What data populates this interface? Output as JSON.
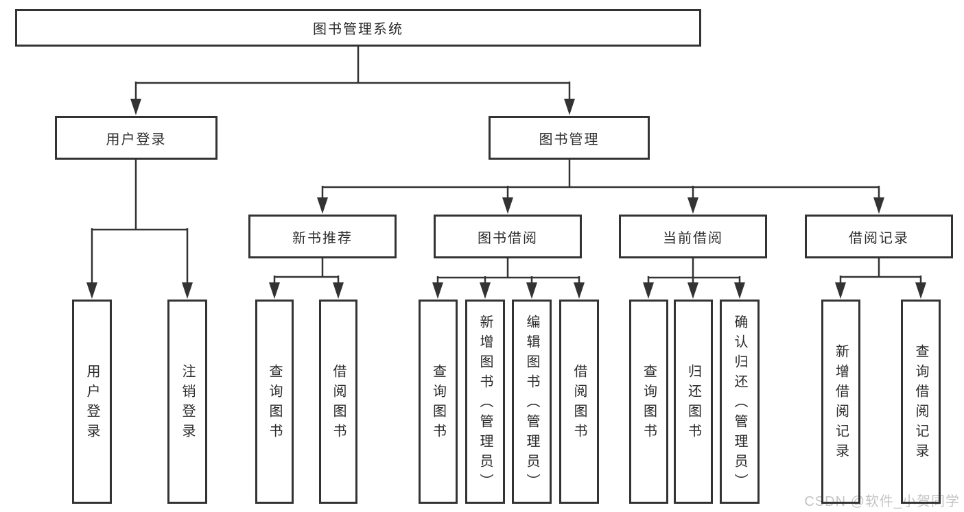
{
  "diagram_type": "hierarchy-tree",
  "nodes": {
    "root": "图书管理系统",
    "user_login": "用户登录",
    "book_mgmt": "图书管理",
    "new_book_rec": "新书推荐",
    "book_borrow": "图书借阅",
    "current_borrow": "当前借阅",
    "borrow_records": "借阅记录",
    "leaf_user_login": "用户登录",
    "leaf_logout": "注销登录",
    "leaf_nb_query": "查询图书",
    "leaf_nb_borrow": "借阅图书",
    "leaf_bb_query": "查询图书",
    "leaf_bb_add": "新增图书（管理员）",
    "leaf_bb_edit": "编辑图书（管理员）",
    "leaf_bb_borrow": "借阅图书",
    "leaf_cb_query": "查询图书",
    "leaf_cb_return": "归还图书",
    "leaf_cb_confirm": "确认归还（管理员）",
    "leaf_br_add": "新增借阅记录",
    "leaf_br_query": "查询借阅记录"
  },
  "watermark": "CSDN @软件_小贺同学",
  "colors": {
    "line": "#333333",
    "box_border": "#333333",
    "text": "#2b2b2b",
    "watermark": "#c4c4c4",
    "background": "#ffffff"
  }
}
